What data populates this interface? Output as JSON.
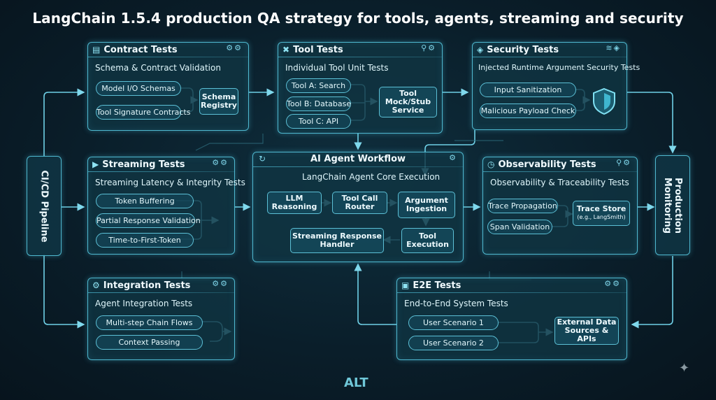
{
  "title": "LangChain 1.5.4 production QA strategy for tools, agents, streaming and security",
  "ci_cd": {
    "label": "CI/CD Pipeline"
  },
  "production": {
    "line1": "Production",
    "line2": "Monitoring"
  },
  "contract": {
    "header": "Contract Tests",
    "subtitle": "Schema & Contract Validation",
    "items": [
      "Model I/O Schemas",
      "Tool Signature Contracts"
    ],
    "registry": {
      "line1": "Schema",
      "line2": "Registry"
    }
  },
  "tool": {
    "header": "Tool Tests",
    "subtitle": "Individual Tool Unit Tests",
    "items": [
      "Tool A: Search",
      "Tool B: Database",
      "Tool C: API"
    ],
    "mock": {
      "line1": "Tool",
      "line2": "Mock/Stub",
      "line3": "Service"
    }
  },
  "security": {
    "header": "Security Tests",
    "subtitle": "Injected Runtime Argument Security Tests",
    "items": [
      "Input Sanitization",
      "Malicious Payload Check"
    ]
  },
  "streaming": {
    "header": "Streaming Tests",
    "subtitle": "Streaming Latency & Integrity Tests",
    "items": [
      "Token Buffering",
      "Partial Response Validation",
      "Time-to-First-Token"
    ]
  },
  "agent": {
    "header": "AI Agent Workflow",
    "subtitle": "LangChain Agent Core Execution",
    "llm": {
      "line1": "LLM",
      "line2": "Reasoning"
    },
    "router": {
      "line1": "Tool Call",
      "line2": "Router"
    },
    "ingestion": {
      "line1": "Argument",
      "line2": "Ingestion"
    },
    "execution": {
      "line1": "Tool",
      "line2": "Execution"
    },
    "stream_handler": {
      "line1": "Streaming Response",
      "line2": "Handler"
    }
  },
  "observability": {
    "header": "Observability Tests",
    "subtitle": "Observability & Traceability Tests",
    "items": [
      "Trace Propagation",
      "Span Validation"
    ],
    "store": {
      "line1": "Trace Store",
      "line2": "(e.g., LangSmith)"
    }
  },
  "integration": {
    "header": "Integration Tests",
    "subtitle": "Agent Integration Tests",
    "items": [
      "Multi-step Chain Flows",
      "Context Passing"
    ]
  },
  "e2e": {
    "header": "E2E Tests",
    "subtitle": "End-to-End System Tests",
    "items": [
      "User Scenario 1",
      "User Scenario 2"
    ],
    "external": {
      "line1": "External Data",
      "line2": "Sources & APIs"
    }
  },
  "watermark": "ALT",
  "colors": {
    "accent": "#4fb8cf",
    "background": "#0a1e2a",
    "text": "#e4f8fc"
  }
}
